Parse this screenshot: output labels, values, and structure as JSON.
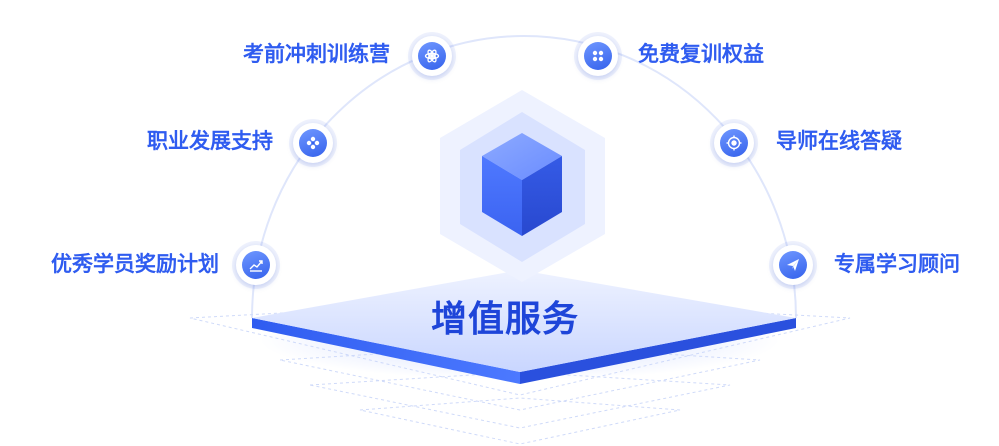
{
  "center_title": "增值服务",
  "colors": {
    "accent": "#2f5cf0",
    "accent_dark": "#1e45d9",
    "arc": "#dfe6fb"
  },
  "services": [
    {
      "label": "考前冲刺训练营",
      "icon": "atom-icon"
    },
    {
      "label": "免费复训权益",
      "icon": "four-dots-icon"
    },
    {
      "label": "职业发展支持",
      "icon": "flower-icon"
    },
    {
      "label": "导师在线答疑",
      "icon": "target-icon"
    },
    {
      "label": "优秀学员奖励计划",
      "icon": "chart-icon"
    },
    {
      "label": "专属学习顾问",
      "icon": "paper-plane-icon"
    }
  ]
}
